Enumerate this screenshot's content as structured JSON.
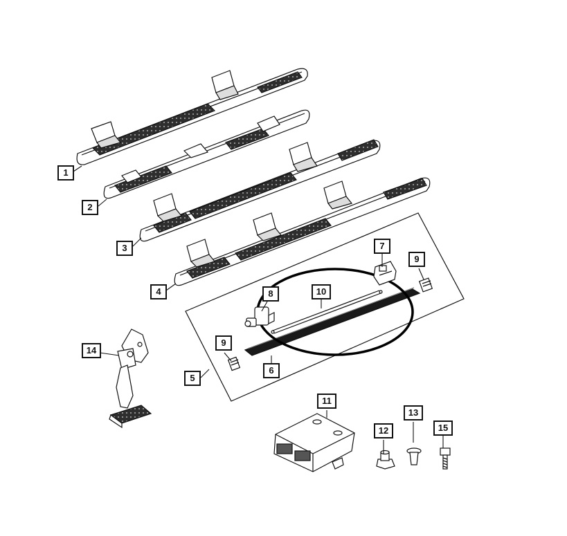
{
  "diagram": {
    "callouts": [
      {
        "id": "c1",
        "label": "1"
      },
      {
        "id": "c2",
        "label": "2"
      },
      {
        "id": "c3",
        "label": "3"
      },
      {
        "id": "c4",
        "label": "4"
      },
      {
        "id": "c5",
        "label": "5"
      },
      {
        "id": "c6",
        "label": "6"
      },
      {
        "id": "c7",
        "label": "7"
      },
      {
        "id": "c8",
        "label": "8"
      },
      {
        "id": "c9a",
        "label": "9"
      },
      {
        "id": "c9b",
        "label": "9"
      },
      {
        "id": "c10",
        "label": "10"
      },
      {
        "id": "c11",
        "label": "11"
      },
      {
        "id": "c12",
        "label": "12"
      },
      {
        "id": "c13",
        "label": "13"
      },
      {
        "id": "c14",
        "label": "14"
      },
      {
        "id": "c15",
        "label": "15"
      }
    ],
    "highlight": "ellipse around part 10 (wire harness) and part 6 (lamp strip)"
  },
  "colors": {
    "line": "#111111",
    "tread": "#3a3a3a",
    "background": "#ffffff"
  }
}
